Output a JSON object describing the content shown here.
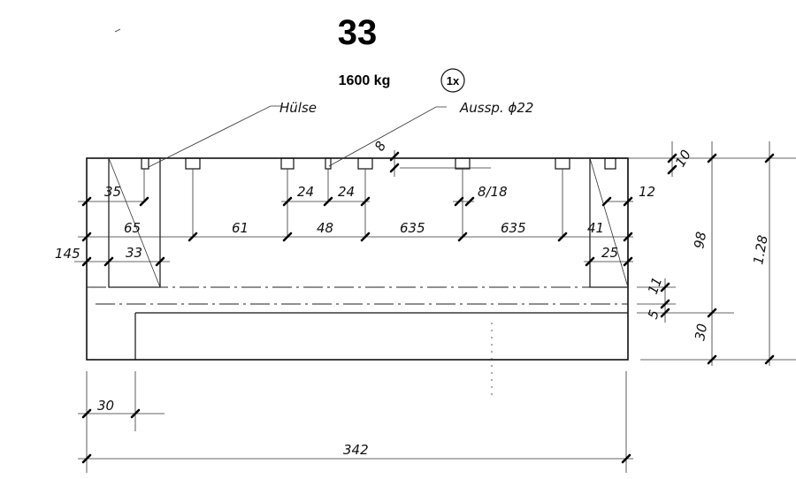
{
  "header": {
    "number": "33",
    "weight": "1600 kg",
    "quantity": "1x"
  },
  "labels": {
    "huelse": "Hülse",
    "ausspar": "Aussp. ϕ22"
  },
  "dims": {
    "d35": "35",
    "d65": "65",
    "d145": "145",
    "d33": "33",
    "d24a": "24",
    "d24b": "24",
    "d8_18": "8/18",
    "d61": "61",
    "d48": "48",
    "d635a": "635",
    "d635b": "635",
    "d41": "41",
    "d12": "12",
    "d25": "25",
    "d8": "8",
    "d10": "10",
    "d98": "98",
    "d128": "1.28",
    "d11": "11",
    "d5": "5",
    "d30v": "30",
    "d30h": "30",
    "d342": "342"
  }
}
